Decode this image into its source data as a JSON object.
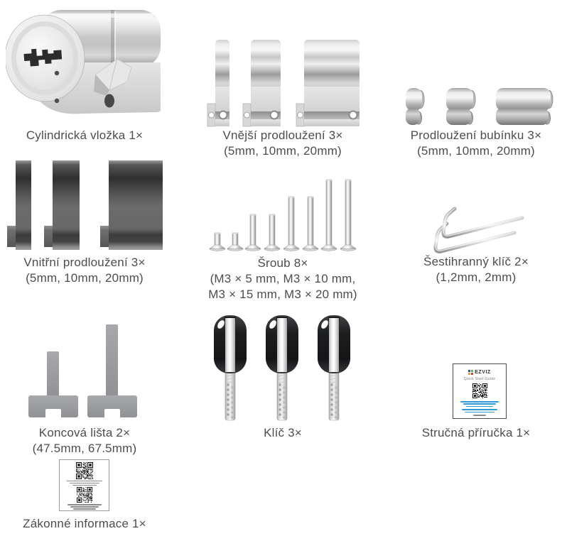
{
  "page": {
    "background": "#ffffff",
    "text_color": "#4d4d4d"
  },
  "items": [
    {
      "id": "cylinder",
      "label": "Cylindrická vložka 1×",
      "sublabels": []
    },
    {
      "id": "outer-extension",
      "label": "Vnější prodloužení 3×",
      "sublabels": [
        "(5mm, 10mm, 20mm)"
      ]
    },
    {
      "id": "drum-extension",
      "label": "Prodloužení bubínku 3×",
      "sublabels": [
        "(5mm, 10mm, 20mm)"
      ]
    },
    {
      "id": "inner-extension",
      "label": "Vnitřní prodloužení 3×",
      "sublabels": [
        "(5mm, 10mm, 20mm)"
      ]
    },
    {
      "id": "screws",
      "label": "Šroub 8×",
      "sublabels": [
        "(M3 × 5 mm, M3 × 10 mm,",
        "M3 × 15 mm, M3 × 20 mm)"
      ]
    },
    {
      "id": "hex-key",
      "label": "Šestihranný klíč 2×",
      "sublabels": [
        "(1,2mm, 2mm)"
      ]
    },
    {
      "id": "end-strip",
      "label": "Koncová lišta 2×",
      "sublabels": [
        "(47.5mm, 67.5mm)"
      ]
    },
    {
      "id": "key",
      "label": "Klíč 3×",
      "sublabels": []
    },
    {
      "id": "quick-guide",
      "label": "Stručná příručka 1×",
      "sublabels": []
    },
    {
      "id": "legal-info",
      "label": "Zákonné informace 1×",
      "sublabels": []
    }
  ],
  "booklet": {
    "brand": "EZVIZ",
    "title": "Quick Start Guide"
  },
  "icons": [
    "lock-cylinder-illustration",
    "outer-extension-illustration",
    "drum-extension-illustration",
    "inner-extension-illustration",
    "screws-illustration",
    "hex-keys-illustration",
    "end-strips-illustration",
    "keys-illustration",
    "quick-guide-card",
    "legal-info-card",
    "qr-code"
  ],
  "colors": {
    "caption_text": "#4d4d4d",
    "metal_silver": "#d9d9d9",
    "metal_dark": "#3b3b3b",
    "strip_gray": "#9b9da0",
    "key_head_black": "#1d1e20",
    "booklet_link_blue": "#2e9bd6",
    "qr_black": "#161616"
  }
}
